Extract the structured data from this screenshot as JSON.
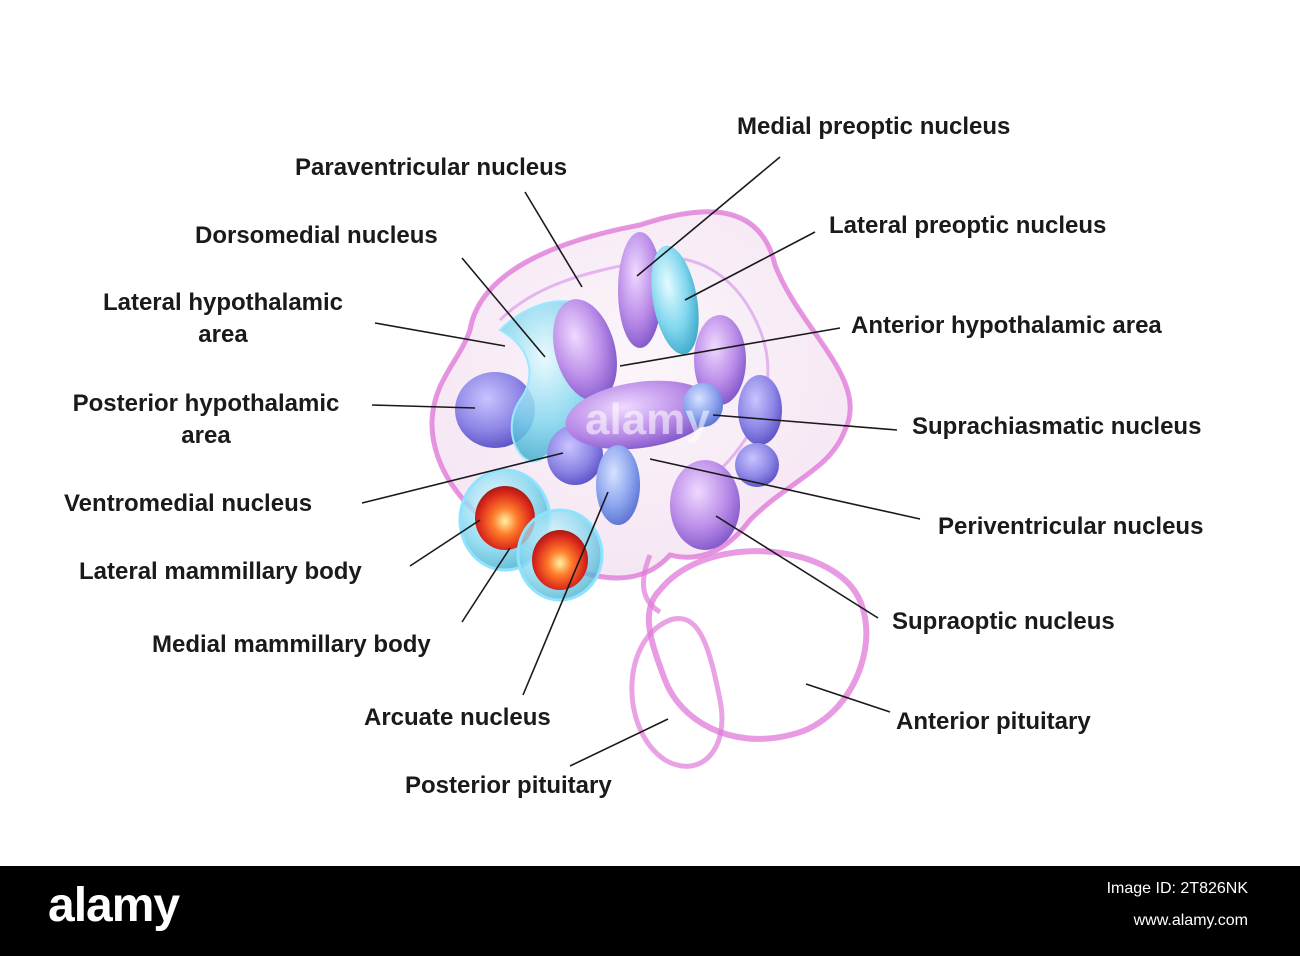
{
  "colors": {
    "leader_line": "#1a1a1a",
    "membrane": "#e07ad8",
    "nucleus_violet": "#8d86e6",
    "nucleus_lilac": "#b98be8",
    "nucleus_cyan": "#7fd6ee",
    "mammillary_red": "#d8261b",
    "footer_bg": "#000000"
  },
  "labels": [
    {
      "id": "medial-preoptic",
      "text": "Medial preoptic nucleus"
    },
    {
      "id": "paraventricular",
      "text": "Paraventricular nucleus"
    },
    {
      "id": "lateral-preoptic",
      "text": "Lateral preoptic nucleus"
    },
    {
      "id": "dorsomedial",
      "text": "Dorsomedial nucleus"
    },
    {
      "id": "lateral-hypothalamic",
      "lines": [
        "Lateral hypothalamic",
        "area"
      ]
    },
    {
      "id": "anterior-hypothalamic",
      "text": "Anterior hypothalamic area"
    },
    {
      "id": "posterior-hypothalamic",
      "lines": [
        "Posterior hypothalamic",
        "area"
      ]
    },
    {
      "id": "suprachiasmatic",
      "text": "Suprachiasmatic nucleus"
    },
    {
      "id": "ventromedial",
      "text": "Ventromedial nucleus"
    },
    {
      "id": "periventricular",
      "text": "Periventricular nucleus"
    },
    {
      "id": "lateral-mammillary",
      "text": "Lateral mammillary body"
    },
    {
      "id": "supraoptic",
      "text": "Supraoptic nucleus"
    },
    {
      "id": "medial-mammillary",
      "text": "Medial mammillary body"
    },
    {
      "id": "arcuate",
      "text": "Arcuate nucleus"
    },
    {
      "id": "anterior-pituitary",
      "text": "Anterior pituitary"
    },
    {
      "id": "posterior-pituitary",
      "text": "Posterior pituitary"
    }
  ],
  "watermark": "alamy",
  "footer": {
    "logo": "alamy",
    "image_id": "Image ID: 2T826NK",
    "site": "www.alamy.com"
  }
}
